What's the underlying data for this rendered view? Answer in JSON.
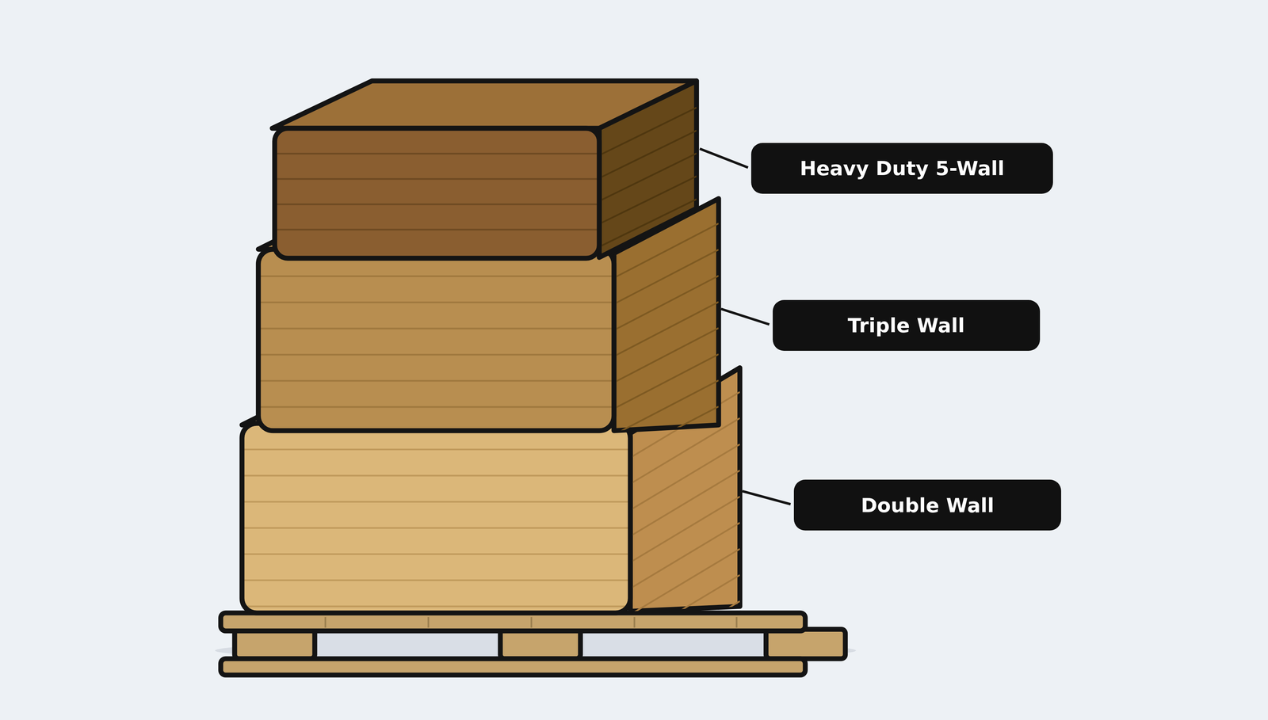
{
  "diagram": {
    "nodes": [
      {
        "text": [
          "Heavy Duty 5-Wall"
        ]
      },
      {
        "text": [
          "Triple Wall"
        ]
      },
      {
        "text": [
          "Double Wall"
        ]
      }
    ]
  }
}
